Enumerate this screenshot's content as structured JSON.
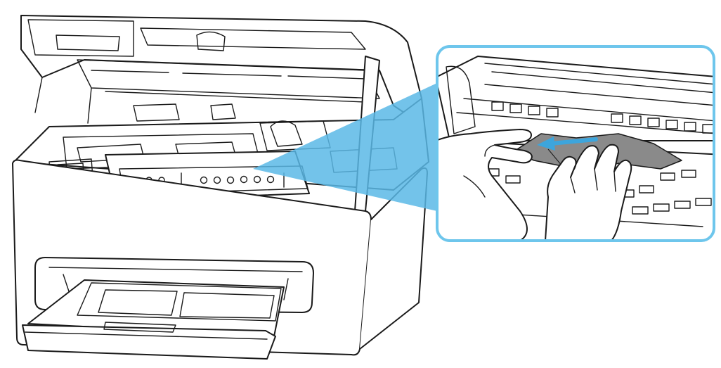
{
  "illustration": {
    "subject": "printer-paper-jam-removal",
    "colors": {
      "outline": "#1a1a1a",
      "background": "#ffffff",
      "callout_frame": "#6ec6ec",
      "callout_beam": "#5bb8e6",
      "jammed_paper": "#8a8a8a",
      "arrow": "#3da5dc"
    },
    "icons": [
      "printer",
      "open-scanner-lid",
      "operation-panel",
      "paper-output-tray",
      "magnified-callout",
      "hands",
      "jammed-paper",
      "pull-direction-arrow"
    ]
  }
}
